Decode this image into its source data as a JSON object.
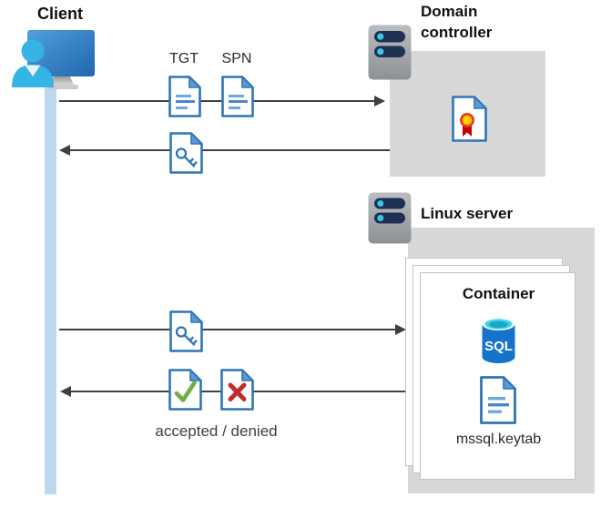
{
  "labels": {
    "client": "Client",
    "domain_controller": "Domain controller",
    "linux_server": "Linux server",
    "container": "Container",
    "tgt": "TGT",
    "spn": "SPN",
    "accepted_denied": "accepted / denied",
    "mssql_keytab": "mssql.keytab",
    "sql": "SQL"
  },
  "colors": {
    "doc_border_blue": "#2E75B6",
    "doc_fold_blue": "#5B9BD5",
    "doc_line_blue_light": "#6FA8DC",
    "doc_line_blue_dark": "#4A86C8",
    "person_cyan": "#35B5E5",
    "monitor_blue_light": "#4FA0DC",
    "monitor_blue_dark": "#2365AE",
    "check_green": "#70AD47",
    "cross_red": "#C02B2B",
    "cert_red": "#E3392E",
    "cert_ribbon_red": "#C00000",
    "cert_yellow": "#FFD100",
    "box_gray": "#D8D8D8",
    "server_gray_light": "#BABEC1",
    "server_gray_dark": "#8D9194",
    "server_pill_navy": "#1E3151",
    "server_dot_cyan": "#3DC6EA",
    "lifeline_blue": "#BDD7EE",
    "arrow_gray": "#404040",
    "sql_body_blue": "#1374C9",
    "sql_top_cyan": "#45D3E8"
  },
  "diagram": {
    "type": "sequence-flow",
    "nodes": [
      {
        "id": "client",
        "label": "Client",
        "icon": "client-workstation-icon"
      },
      {
        "id": "domain-controller",
        "label": "Domain controller",
        "icon": "server-icon",
        "contains": [
          "certificate-icon"
        ]
      },
      {
        "id": "linux-server",
        "label": "Linux server",
        "icon": "server-icon",
        "contains": [
          "container"
        ]
      },
      {
        "id": "container",
        "label": "Container",
        "contains": [
          "sql-database-icon",
          "mssql.keytab"
        ]
      }
    ],
    "flows": [
      {
        "from": "client",
        "to": "domain-controller",
        "items": [
          "TGT",
          "SPN"
        ]
      },
      {
        "from": "domain-controller",
        "to": "client",
        "items": [
          "key-ticket"
        ]
      },
      {
        "from": "client",
        "to": "linux-server",
        "items": [
          "key-ticket"
        ]
      },
      {
        "from": "linux-server",
        "to": "client",
        "items": [
          "accepted",
          "denied"
        ],
        "caption": "accepted / denied"
      }
    ]
  }
}
